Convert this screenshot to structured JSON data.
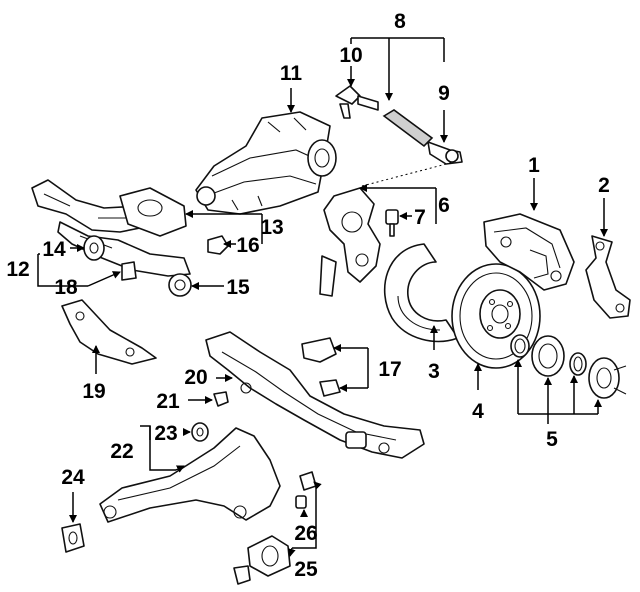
{
  "callouts": {
    "c1": "1",
    "c2": "2",
    "c3": "3",
    "c4": "4",
    "c5": "5",
    "c6": "6",
    "c7": "7",
    "c8": "8",
    "c9": "9",
    "c10": "10",
    "c11": "11",
    "c12": "12",
    "c13": "13",
    "c14": "14",
    "c15": "15",
    "c16": "16",
    "c17": "17",
    "c18": "18",
    "c19": "19",
    "c20": "20",
    "c21": "21",
    "c22": "22",
    "c23": "23",
    "c24": "24",
    "c25": "25",
    "c26": "26"
  },
  "colors": {
    "line": "#111111",
    "background": "#ffffff",
    "shade": "#cfcfcf"
  }
}
